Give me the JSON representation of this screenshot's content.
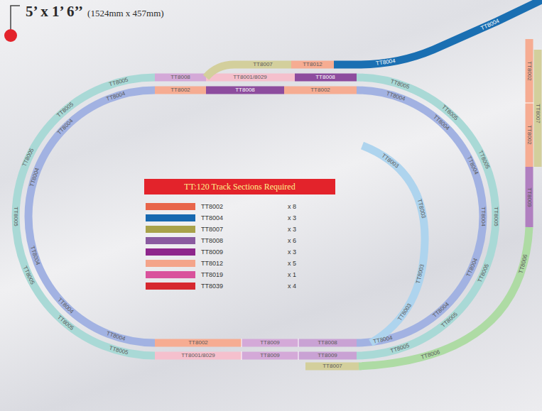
{
  "diagram": {
    "title": "5’ x 1’ 6’’",
    "nodes": [
      {
        "text": [
          "TT:120 Track Sections Required"
        ]
      }
    ],
    "labels": [
      "(1524mm x 457mm)",
      "x 8",
      "x 3",
      "x 3",
      "x 6",
      "x 3",
      "x 5",
      "x 1",
      "x 4",
      "TT8004",
      "TT8004",
      "TT8007",
      "TT8012",
      "TT8008",
      "TT8001/8029",
      "TT8008",
      "TT8002",
      "TT8008",
      "TT8002",
      "TT8002",
      "TT8002",
      "TT8007",
      "TT8009",
      "TT8005",
      "TT8005",
      "TT8005",
      "TT8005",
      "TT8005",
      "TT8005",
      "TT8005",
      "TT8004",
      "TT8004",
      "TT8004",
      "TT8004",
      "TT8004",
      "TT8004",
      "TT8004",
      "TT8004",
      "TT8004",
      "TT8004",
      "TT8004",
      "TT8004",
      "TT8004",
      "TT8005",
      "TT8005",
      "TT8005",
      "TT8005",
      "TT8005",
      "TT8005",
      "TT8005",
      "TT8003",
      "TT8003",
      "TT8003",
      "TT8003",
      "TT8006",
      "TT8006",
      "TT8002",
      "TT8009",
      "TT8008",
      "TT8001/8029",
      "TT8009",
      "TT8009",
      "TT8007"
    ],
    "legend": [
      {
        "text": "TT8002",
        "color": "#e8654a"
      },
      {
        "text": "TT8004",
        "color": "#1769b0"
      },
      {
        "text": "TT8007",
        "color": "#a8a24a"
      },
      {
        "text": "TT8008",
        "color": "#8a5aa0"
      },
      {
        "text": "TT8009",
        "color": "#8e268c"
      },
      {
        "text": "TT8012",
        "color": "#f4a48a"
      },
      {
        "text": "TT8019",
        "color": "#d9529c"
      },
      {
        "text": "TT8039",
        "color": "#d6282f"
      }
    ]
  }
}
